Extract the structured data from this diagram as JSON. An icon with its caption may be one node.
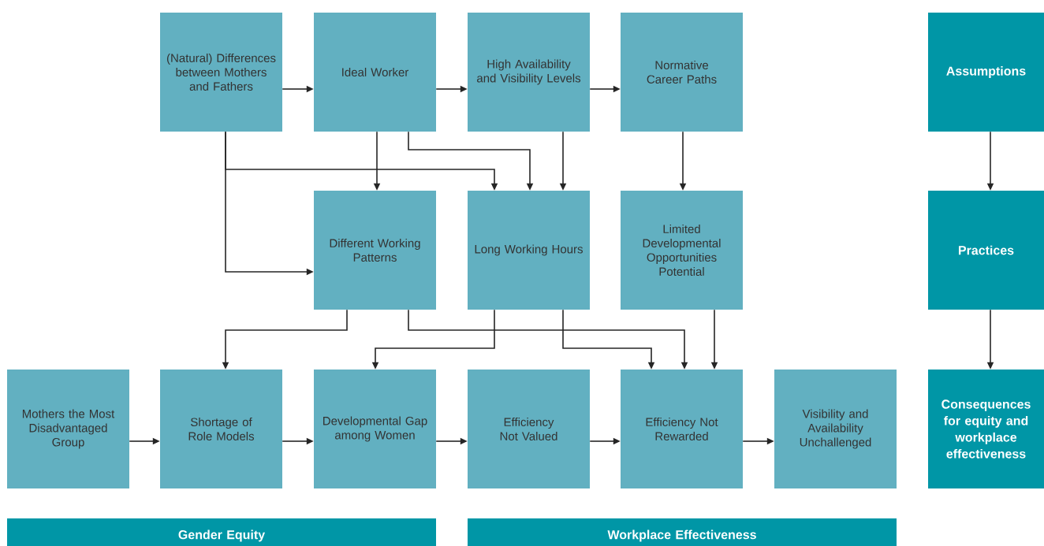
{
  "diagram": {
    "nodes": [
      {
        "text": [
          "(Natural) Differences between Mothers and Fathers"
        ]
      },
      {
        "text": [
          "Ideal Worker"
        ]
      },
      {
        "text": [
          "High Availability and Visibility Levels"
        ]
      },
      {
        "text": [
          "Normative Career Paths"
        ]
      },
      {
        "text": [
          "Assumptions"
        ]
      },
      {
        "text": [
          "Different Working Patterns"
        ]
      },
      {
        "text": [
          "Long Working Hours"
        ]
      },
      {
        "text": [
          "Limited Developmental Opportunities Potential"
        ]
      },
      {
        "text": [
          "Practices"
        ]
      },
      {
        "text": [
          "Mothers the Most Disadvantaged Group"
        ]
      },
      {
        "text": [
          "Shortage of Role Models"
        ]
      },
      {
        "text": [
          "Developmental Gap among Women"
        ]
      },
      {
        "text": [
          "Efficiency Not Valued"
        ]
      },
      {
        "text": [
          "Efficiency Not Rewarded"
        ]
      },
      {
        "text": [
          "Visibility and Availability Unchallenged"
        ]
      },
      {
        "text": [
          "Consequences for equity and workplace effectiveness"
        ]
      },
      {
        "text": [
          "Gender Equity"
        ]
      },
      {
        "text": [
          "Workplace Effectiveness"
        ]
      }
    ],
    "edges": [
      {
        "from": 0,
        "to": 1,
        "arrow": "to"
      },
      {
        "from": 1,
        "to": 2,
        "arrow": "to"
      },
      {
        "from": 2,
        "to": 3,
        "arrow": "to"
      },
      {
        "from": 0,
        "to": 5,
        "arrow": "to"
      },
      {
        "from": 0,
        "to": 6,
        "arrow": "to"
      },
      {
        "from": 1,
        "to": 5,
        "arrow": "to"
      },
      {
        "from": 1,
        "to": 6,
        "arrow": "to"
      },
      {
        "from": 2,
        "to": 6,
        "arrow": "to"
      },
      {
        "from": 3,
        "to": 7,
        "arrow": "to"
      },
      {
        "from": 4,
        "to": 8,
        "arrow": "to"
      },
      {
        "from": 8,
        "to": 15,
        "arrow": "to"
      },
      {
        "from": 5,
        "to": 10,
        "arrow": "to"
      },
      {
        "from": 5,
        "to": 13,
        "arrow": "to"
      },
      {
        "from": 6,
        "to": 11,
        "arrow": "to"
      },
      {
        "from": 6,
        "to": 13,
        "arrow": "to"
      },
      {
        "from": 7,
        "to": 13,
        "arrow": "to"
      },
      {
        "from": 9,
        "to": 10,
        "arrow": "to"
      },
      {
        "from": 10,
        "to": 11,
        "arrow": "to"
      },
      {
        "from": 11,
        "to": 12,
        "arrow": "to"
      },
      {
        "from": 12,
        "to": 13,
        "arrow": "to"
      },
      {
        "from": 13,
        "to": 14,
        "arrow": "to"
      }
    ]
  }
}
